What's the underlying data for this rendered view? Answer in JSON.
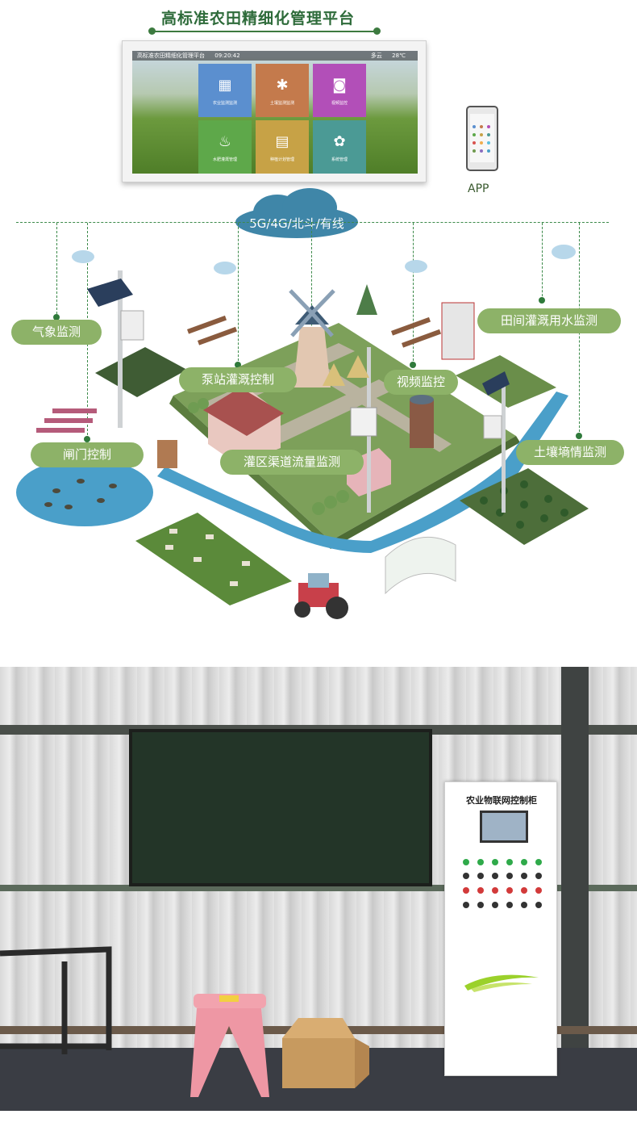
{
  "title": "高标准农田精细化管理平台",
  "platform_screen": {
    "topbar": [
      "高标准农田精细化管理平台",
      "09:20:42",
      "多云",
      "28℃"
    ],
    "tiles": [
      {
        "label": "农业监测监测",
        "icon": "grid-icon",
        "color": "#5b8fcf"
      },
      {
        "label": "土壤监测监测",
        "icon": "bug-icon",
        "color": "#c47a4c"
      },
      {
        "label": "视频监控",
        "icon": "camera-icon",
        "color": "#b24fb8"
      },
      {
        "label": "水肥灌溉管理",
        "icon": "water-drop-icon",
        "color": "#5ea84a"
      },
      {
        "label": "种植计划管理",
        "icon": "plan-icon",
        "color": "#c7a246"
      },
      {
        "label": "系统管理",
        "icon": "gear-icon",
        "color": "#4b9a95"
      }
    ]
  },
  "app_label": "APP",
  "network_label": "5G/4G/北斗/有线",
  "labels": {
    "weather": "气象监测",
    "gate": "闸门控制",
    "pump": "泵站灌溉控制",
    "canal": "灌区渠道流量监测",
    "video": "视频监控",
    "irrigation_water": "田间灌溉用水监测",
    "soil": "土壤墒情监测"
  },
  "cabinet_title": "农业物联网控制柜",
  "colors": {
    "pill": "#8db268",
    "line": "#3c8a4a",
    "cloud": "#3f86a8",
    "water": "#4a9fc9",
    "grass": "#6f9a4e"
  }
}
